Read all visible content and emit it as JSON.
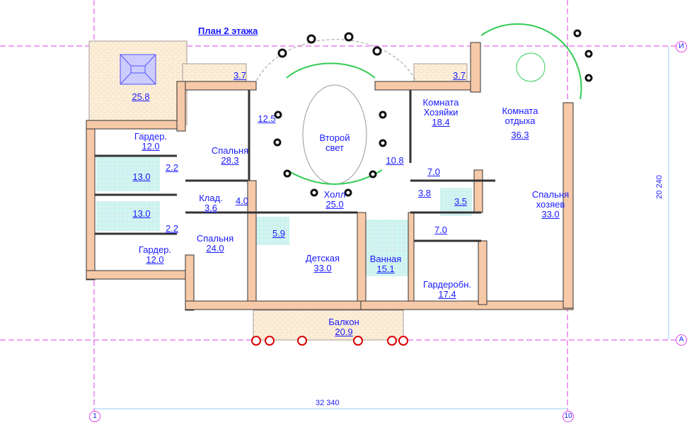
{
  "title": "План 2 этажа",
  "rooms": [
    {
      "name": "",
      "area": "25.8"
    },
    {
      "name": "",
      "area": "3.7"
    },
    {
      "name": "",
      "area": "3.7"
    },
    {
      "name": "Комната Хозяйки",
      "area": "18.4"
    },
    {
      "name": "Комната отдыха",
      "area": "36.3"
    },
    {
      "name": "Гардер.",
      "area": "12.0"
    },
    {
      "name": "Спальня",
      "area": "28.3"
    },
    {
      "name": "",
      "area": "12.5"
    },
    {
      "name": "Второй свет",
      "area": ""
    },
    {
      "name": "",
      "area": "10.8"
    },
    {
      "name": "",
      "area": "7.0"
    },
    {
      "name": "",
      "area": "2.2"
    },
    {
      "name": "",
      "area": "13.0"
    },
    {
      "name": "Клад.",
      "area": "3.6"
    },
    {
      "name": "",
      "area": "4.0"
    },
    {
      "name": "Холл",
      "area": "25.0"
    },
    {
      "name": "",
      "area": "3.8"
    },
    {
      "name": "",
      "area": "3.5"
    },
    {
      "name": "Спальня хозяев",
      "area": "33.0"
    },
    {
      "name": "",
      "area": "13.0"
    },
    {
      "name": "",
      "area": "2.2"
    },
    {
      "name": "",
      "area": "5.9"
    },
    {
      "name": "",
      "area": "7.0"
    },
    {
      "name": "Спальня",
      "area": "24.0"
    },
    {
      "name": "Гардер.",
      "area": "12.0"
    },
    {
      "name": "Детская",
      "area": "33.0"
    },
    {
      "name": "Ванная",
      "area": "15.1"
    },
    {
      "name": "Гардеробн.",
      "area": "17.4"
    },
    {
      "name": "Балкон",
      "area": "20.9"
    }
  ],
  "dimensions": {
    "width": "32 340",
    "depth": "20 240"
  },
  "axes": {
    "top": "И",
    "bottom": "А",
    "left": "1",
    "right": "10"
  },
  "colors": {
    "wall": "#f6c9a8",
    "label": "#1a1aff",
    "axis": "#e040e0",
    "furniture": "#33cc55",
    "tile": "#cdeef0"
  }
}
